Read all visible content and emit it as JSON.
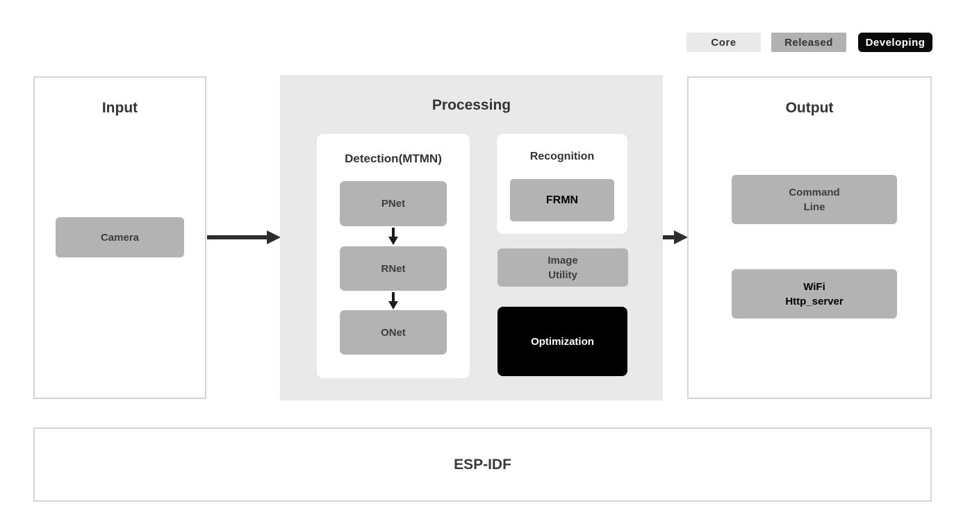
{
  "legend": {
    "core": "Core",
    "released": "Released",
    "developing": "Developing"
  },
  "input": {
    "title": "Input",
    "camera": "Camera"
  },
  "processing": {
    "title": "Processing",
    "detection": {
      "title": "Detection(MTMN)",
      "pnet": "PNet",
      "rnet": "RNet",
      "onet": "ONet"
    },
    "recognition": {
      "title": "Recognition",
      "frmn": "FRMN"
    },
    "image_utility": {
      "line1": "Image",
      "line2": "Utility"
    },
    "optimization": "Optimization"
  },
  "output": {
    "title": "Output",
    "command_line": {
      "line1": "Command",
      "line2": "Line"
    },
    "wifi": {
      "line1": "WiFi",
      "line2": "Http_server"
    }
  },
  "foundation": {
    "title": "ESP-IDF"
  },
  "colors": {
    "core_badge_bg": "#e9e9e9",
    "released_badge_bg": "#b1b1b1",
    "developing_badge_bg": "#0a0a0a",
    "processing_panel_bg": "#e9e9e9",
    "node_gray_bg": "#b3b3b3",
    "optimization_bg": "#000000",
    "panel_border": "#d4d4d4",
    "title_text": "#333333",
    "node_text": "#3d3d3d",
    "arrow": "#2e2e2e"
  }
}
